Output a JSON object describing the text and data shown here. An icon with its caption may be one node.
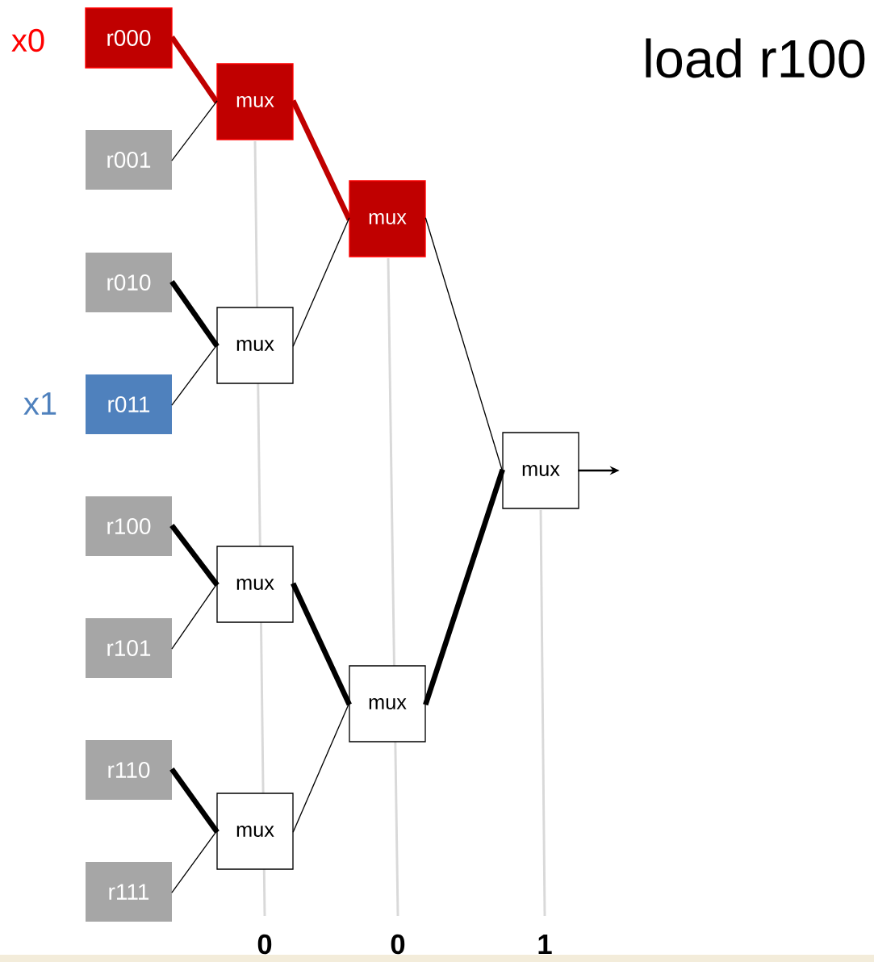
{
  "diagram": {
    "title": "load r100",
    "nodes": [
      {
        "text": [
          "r000"
        ]
      },
      {
        "text": [
          "r001"
        ]
      },
      {
        "text": [
          "r010"
        ]
      },
      {
        "text": [
          "r011"
        ]
      },
      {
        "text": [
          "r100"
        ]
      },
      {
        "text": [
          "r101"
        ]
      },
      {
        "text": [
          "r110"
        ]
      },
      {
        "text": [
          "r111"
        ]
      },
      {
        "text": [
          "mux"
        ]
      },
      {
        "text": [
          "mux"
        ]
      },
      {
        "text": [
          "mux"
        ]
      },
      {
        "text": [
          "mux"
        ]
      },
      {
        "text": [
          "mux"
        ]
      },
      {
        "text": [
          "mux"
        ]
      },
      {
        "text": [
          "mux"
        ]
      }
    ],
    "edges": [
      {
        "from": 0,
        "to": 8,
        "arrow": "none",
        "style": "thick",
        "color": "#c00000"
      },
      {
        "from": 1,
        "to": 8,
        "arrow": "none"
      },
      {
        "from": 2,
        "to": 9,
        "arrow": "none",
        "style": "thick"
      },
      {
        "from": 3,
        "to": 9,
        "arrow": "none"
      },
      {
        "from": 4,
        "to": 10,
        "arrow": "none",
        "style": "thick"
      },
      {
        "from": 5,
        "to": 10,
        "arrow": "none"
      },
      {
        "from": 6,
        "to": 11,
        "arrow": "none",
        "style": "thick"
      },
      {
        "from": 7,
        "to": 11,
        "arrow": "none"
      },
      {
        "from": 8,
        "to": 12,
        "arrow": "none",
        "style": "thick",
        "color": "#c00000"
      },
      {
        "from": 9,
        "to": 12,
        "arrow": "none"
      },
      {
        "from": 10,
        "to": 13,
        "arrow": "none",
        "style": "thick"
      },
      {
        "from": 11,
        "to": 13,
        "arrow": "none"
      },
      {
        "from": 12,
        "to": 14,
        "arrow": "none"
      },
      {
        "from": 13,
        "to": 14,
        "arrow": "none",
        "style": "thick"
      },
      {
        "from": 14,
        "to": null,
        "arrow": "to"
      }
    ],
    "labels": [
      "x0",
      "x1",
      "0",
      "0",
      "1"
    ]
  }
}
